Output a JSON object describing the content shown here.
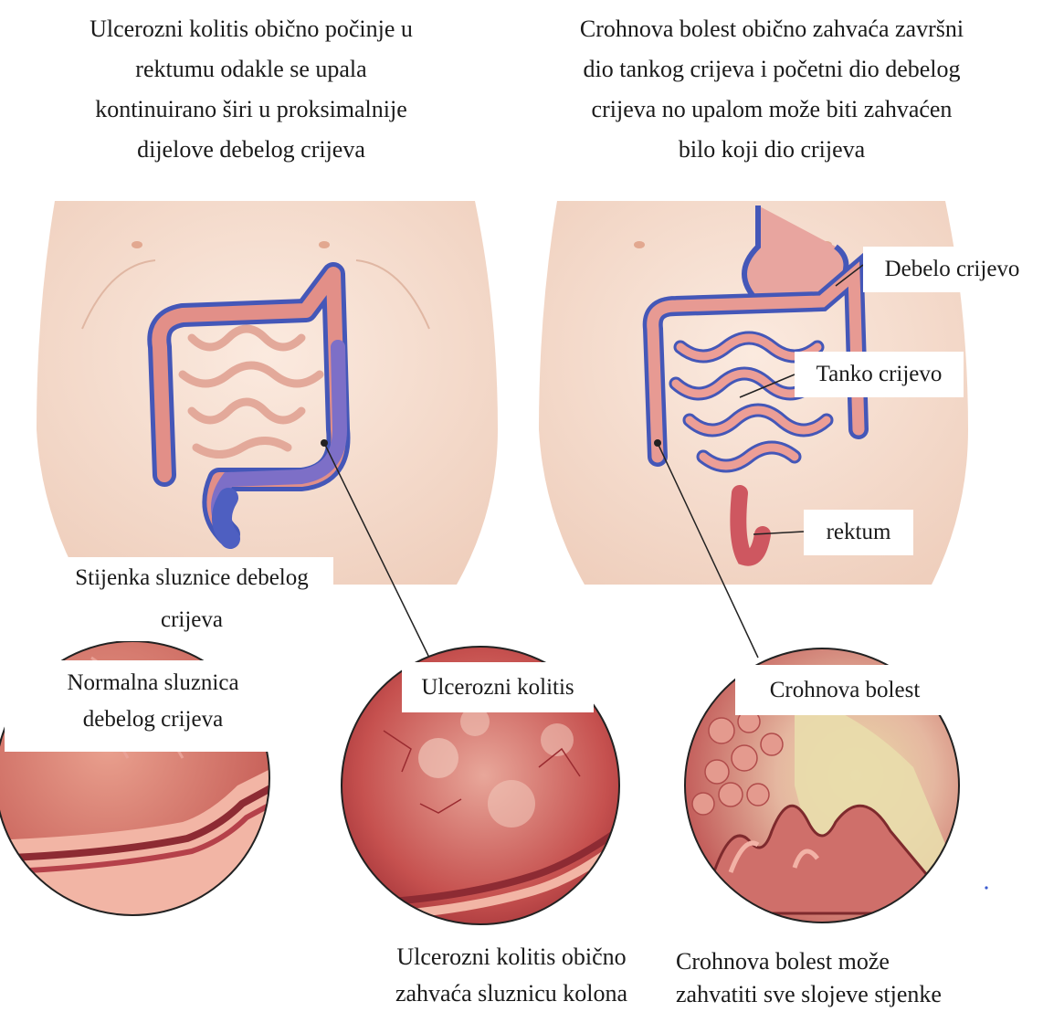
{
  "left_heading": [
    "Ulcerozni kolitis obično počinje u",
    "rektumu odakle se upala",
    "kontinuirano širi u proksimalnije",
    "dijelove debelog crijeva"
  ],
  "right_heading": [
    "Crohnova bolest obično zahvaća završni",
    "dio tankog crijeva i početni dio debelog",
    "crijeva no upalom može biti zahvaćen",
    "bilo koji dio crijeva"
  ],
  "labels": {
    "debelo": "Debelo crijevo",
    "tanko": "Tanko crijevo",
    "rektum": "rektum",
    "stijenka": [
      "Stijenka sluznice debelog",
      "crijeva"
    ],
    "normalna": [
      "Normalna sluznica",
      "debelog crijeva"
    ],
    "ulcerozni": "Ulcerozni kolitis",
    "crohnova": "Crohnova bolest"
  },
  "bottom_captions": {
    "uc": [
      "Ulcerozni kolitis obično",
      "zahvaća sluznicu kolona"
    ],
    "cd": [
      "Crohnova  bolest može",
      "zahvatiti sve slojeve stjenke"
    ]
  },
  "colors": {
    "skin": "#f5dccb",
    "colon_blue": "#4457b8",
    "inflamed_red": "#c9344a",
    "mucosa": "#c65a58"
  }
}
